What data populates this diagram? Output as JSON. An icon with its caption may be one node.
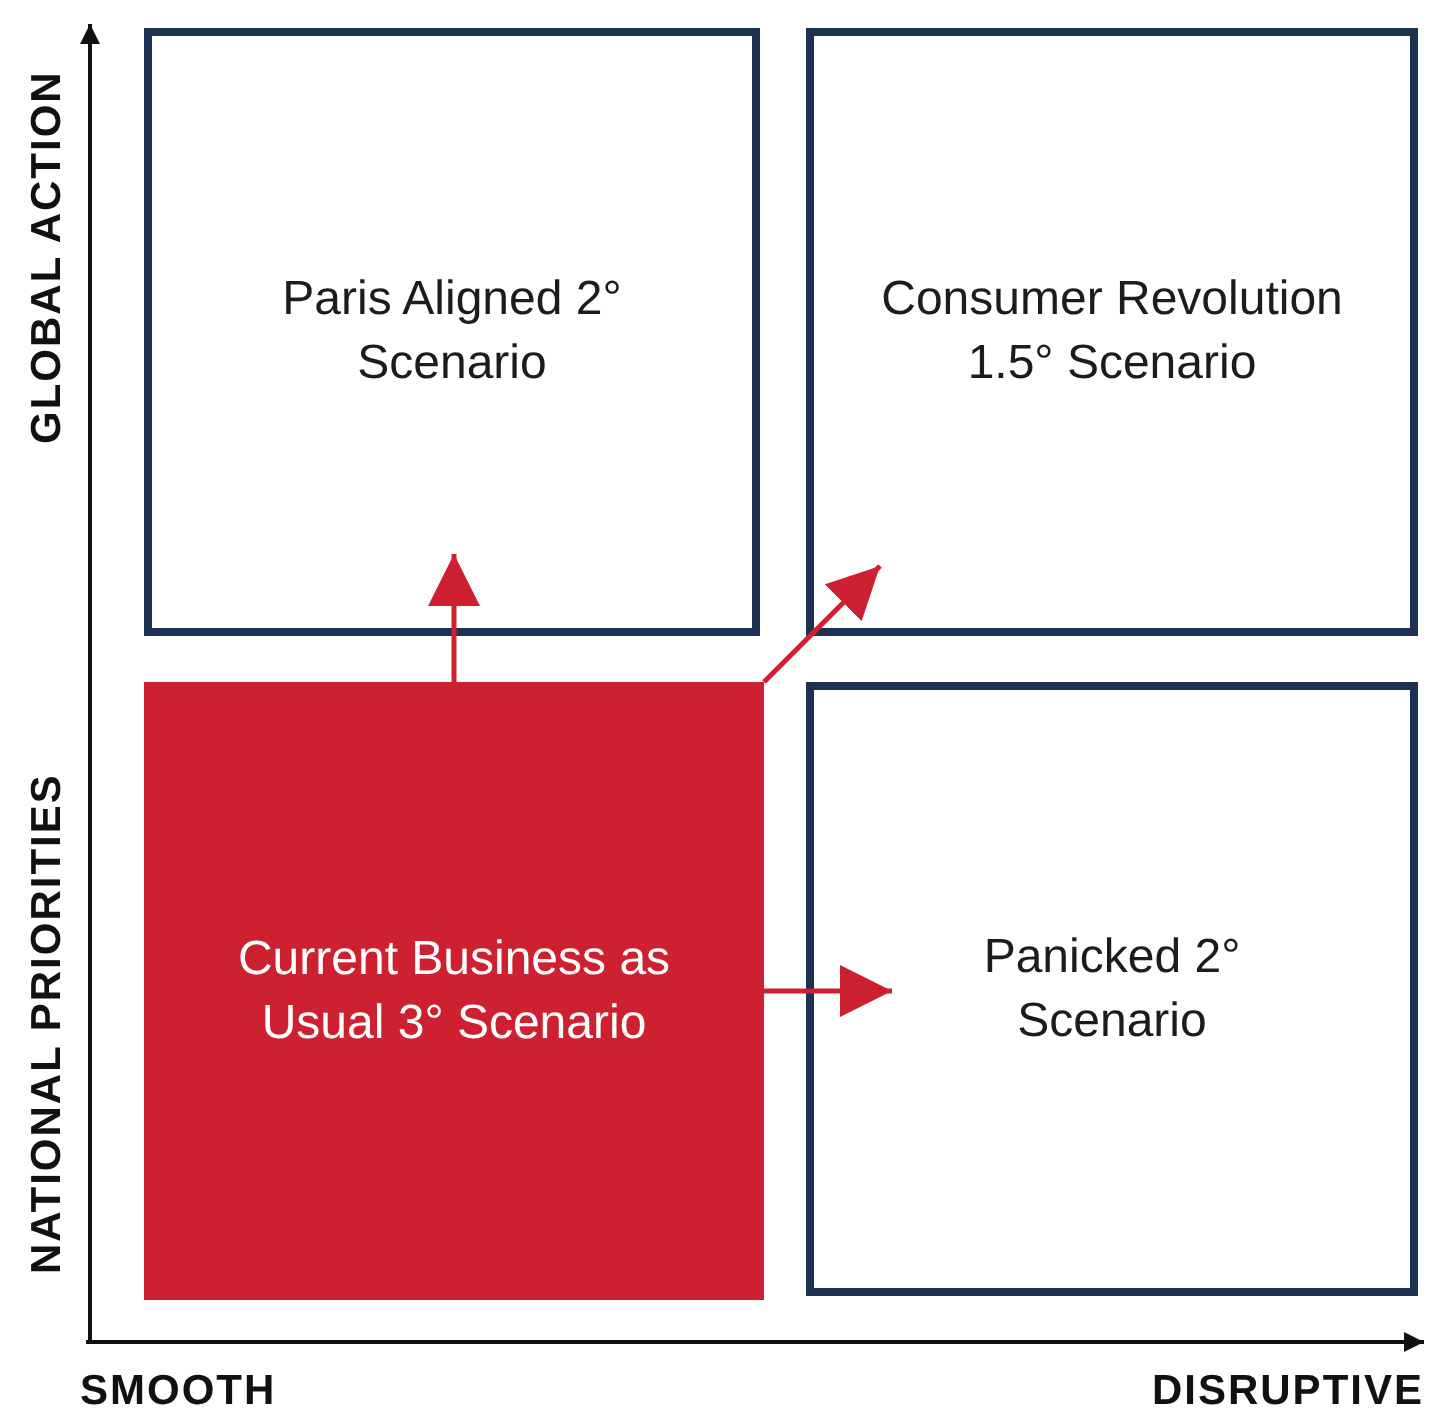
{
  "diagram": {
    "nodes": [
      {
        "text": [
          "Paris Aligned 2° Scenario"
        ]
      },
      {
        "text": [
          "Consumer Revolution 1.5° Scenario"
        ]
      },
      {
        "text": [
          "Current Business as Usual 3° Scenario"
        ]
      },
      {
        "text": [
          "Panicked 2° Scenario"
        ]
      }
    ],
    "edges": [
      {
        "from": 2,
        "to": 0,
        "arrow": "to"
      },
      {
        "from": 2,
        "to": 1,
        "arrow": "to"
      },
      {
        "from": 2,
        "to": 3,
        "arrow": "to"
      }
    ],
    "labels": [
      "GLOBAL ACTION",
      "NATIONAL PRIORITIES",
      "SMOOTH",
      "DISRUPTIVE"
    ]
  }
}
